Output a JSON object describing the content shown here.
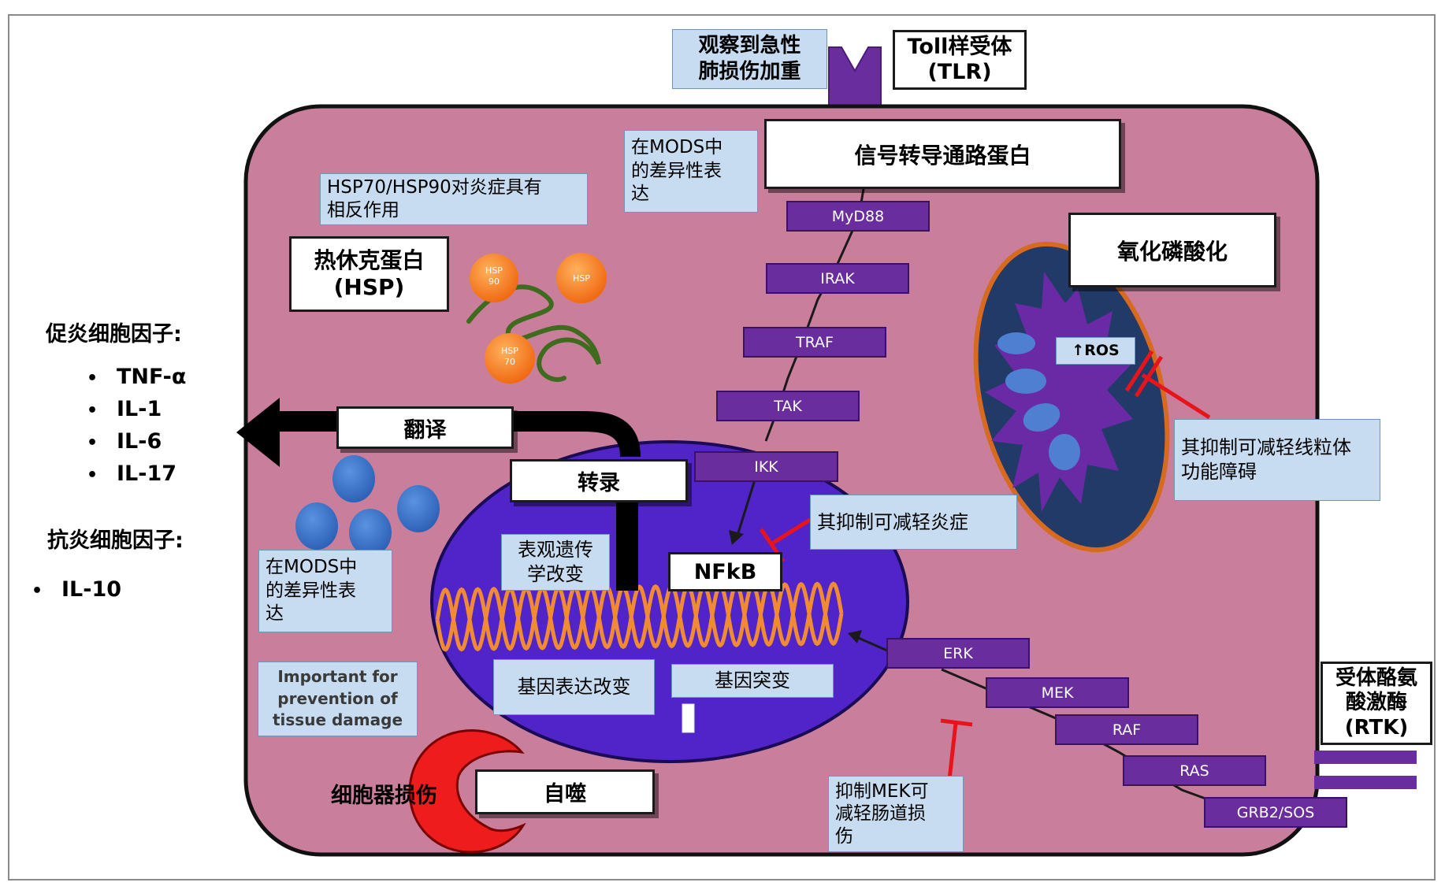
{
  "labels": {
    "observed": "观察到急性\n肺损伤加重",
    "tlr": "Toll样受体\n(TLR)",
    "signal": "信号转导通路蛋白",
    "diff_expr_top": "在MODS中\n的差异性表\n达",
    "hsp_effect": "HSP70/HSP90对炎症具有\n相反作用",
    "hsp": "热休克蛋白\n(HSP)",
    "oxphos": "氧化磷酸化",
    "ros": "↑ROS",
    "mito_inhibit": "其抑制可减轻线粒体\n功能障碍",
    "translation": "翻译",
    "transcription": "转录",
    "nfkb_inhibit": "其抑制可减轻炎症",
    "epigenetic": "表观遗传\n学改变",
    "nfkb": "NFkB",
    "diff_expr_left": "在MODS中\n的差异性表\n达",
    "gene_expr": "基因表达改变",
    "gene_mut": "基因突变",
    "important": "Important for\nprevention of\ntissue damage",
    "organelle": "细胞器损伤",
    "autophagy": "自噬",
    "mek_inhibit": "抑制MEK可\n减轻肠道损\n伤",
    "rtk": "受体酪氨\n酸激酶\n(RTK)"
  },
  "hsp_balls": {
    "hsp90": "HSP\n90",
    "hsp": "HSP",
    "hsp70": "HSP\n70"
  },
  "tlr_pathway": [
    "MyD88",
    "IRAK",
    "TRAF",
    "TAK",
    "IKK"
  ],
  "rtk_pathway": [
    "ERK",
    "MEK",
    "RAF",
    "RAS",
    "GRB2/SOS"
  ],
  "cytokines": {
    "pro_title": "促炎细胞因子:",
    "pro": [
      "TNF-α",
      "IL-1",
      "IL-6",
      "IL-17"
    ],
    "anti_title": "抗炎细胞因子:",
    "anti": [
      "IL-10"
    ]
  },
  "colors": {
    "cell": "#c97f9b",
    "nucleus": "#5024c8",
    "mito_outer": "#223a68",
    "mito_inner": "#6a2aa6",
    "dna": "#f08a33",
    "pathway": "#6a2d9e",
    "inhibit": "#e8141b",
    "label_bg": "#c7dcf0"
  }
}
